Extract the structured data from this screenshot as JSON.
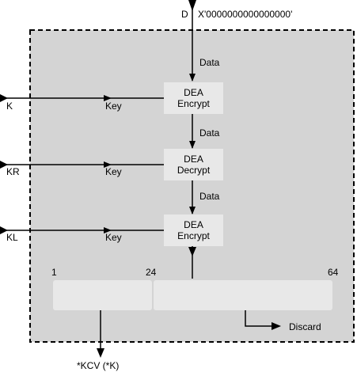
{
  "top_input": {
    "prefix": "D",
    "value": "X'0000000000000000'"
  },
  "stages": [
    {
      "data_label": "Data",
      "line1": "DEA",
      "line2": "Encrypt",
      "key_input": "K",
      "key_label": "Key"
    },
    {
      "data_label": "Data",
      "line1": "DEA",
      "line2": "Decrypt",
      "key_input": "KR",
      "key_label": "Key"
    },
    {
      "data_label": "Data",
      "line1": "DEA",
      "line2": "Encrypt",
      "key_input": "KL",
      "key_label": "Key"
    }
  ],
  "output_register": {
    "bit_start": "1",
    "bit_split": "24",
    "bit_end": "64"
  },
  "discard_label": "Discard",
  "output_label": "*KCV (*K)",
  "colors": {
    "container_fill": "#d4d4d4",
    "block_fill": "#e8e8e8",
    "line": "#000000"
  }
}
